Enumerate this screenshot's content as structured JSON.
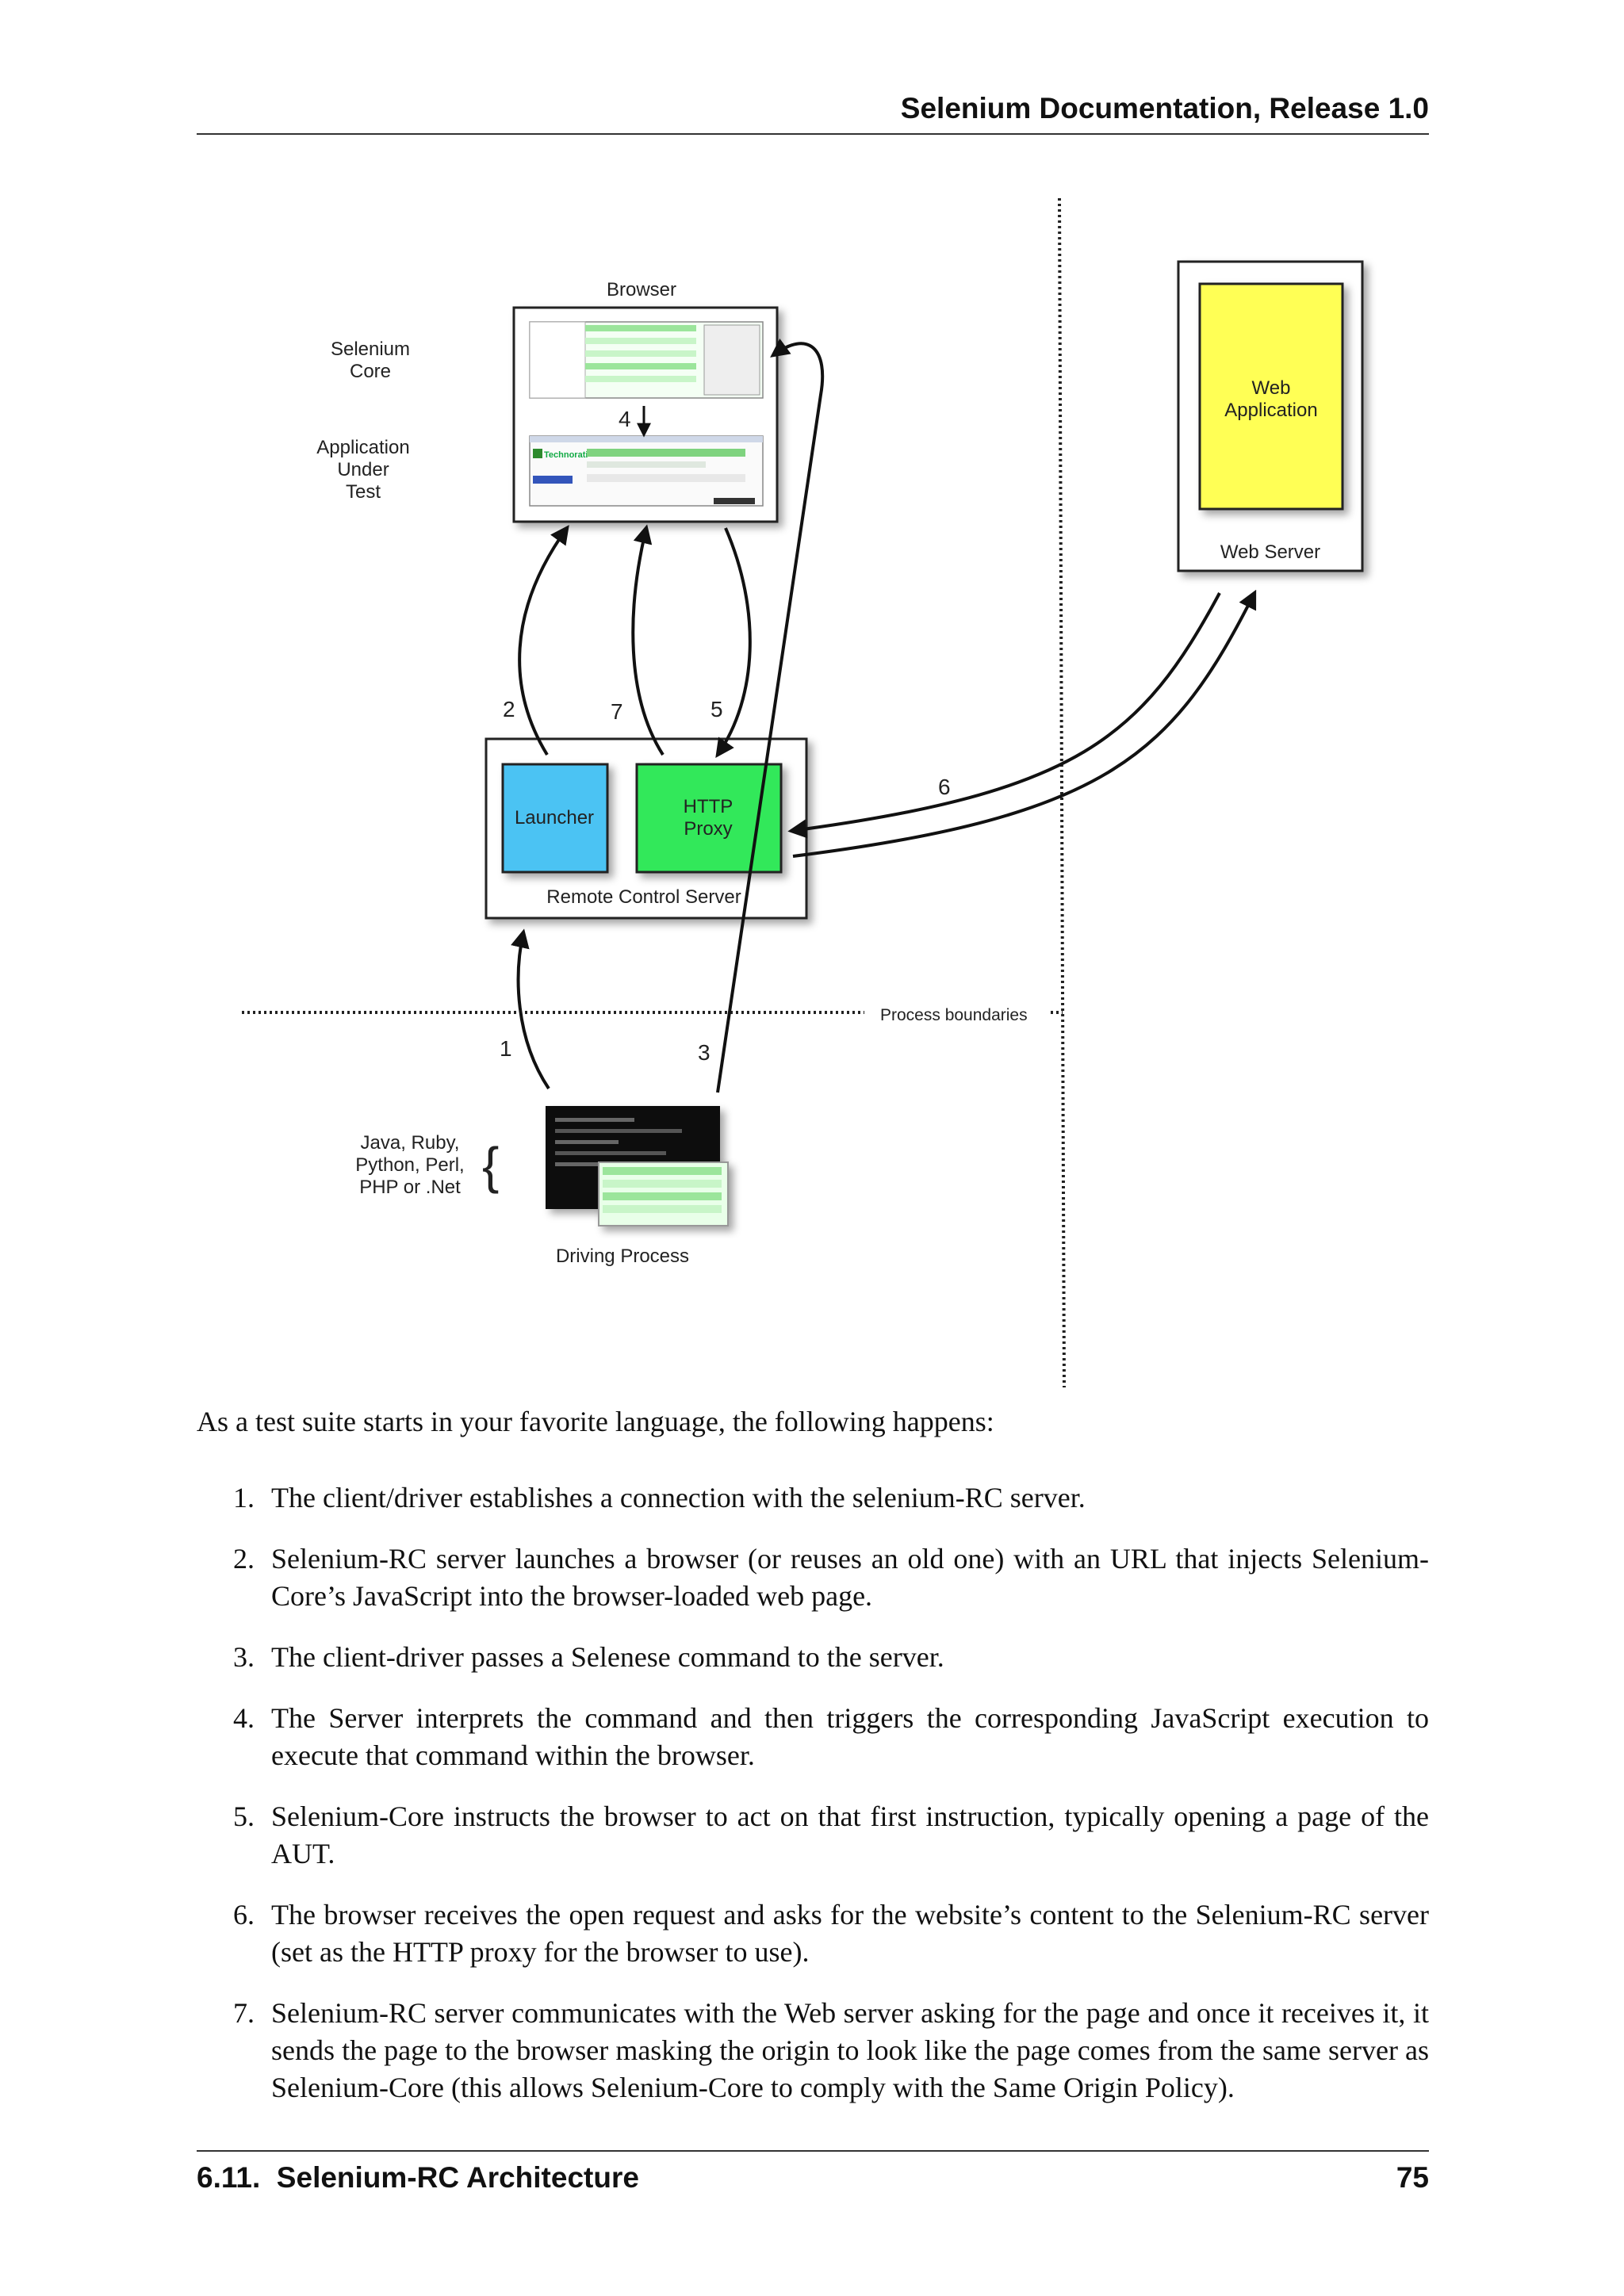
{
  "header": {
    "title": "Selenium Documentation, Release 1.0"
  },
  "diagram": {
    "browser_label": "Browser",
    "selenium_core_label": [
      "Selenium",
      "Core"
    ],
    "aut_label": [
      "Application",
      "Under",
      "Test"
    ],
    "aut_logo_text": "Technorati",
    "web_application_label": [
      "Web",
      "Application"
    ],
    "web_server_label": "Web Server",
    "launcher_label": "Launcher",
    "http_proxy_label": [
      "HTTP",
      "Proxy"
    ],
    "rc_server_label": "Remote Control Server",
    "process_boundaries_label": "Process boundaries",
    "languages_label": [
      "Java, Ruby,",
      "Python, Perl,",
      "PHP or .Net"
    ],
    "driving_process_label": "Driving Process",
    "step_numbers": {
      "s1": "1",
      "s2": "2",
      "s3": "3",
      "s4": "4",
      "s5": "5",
      "s6": "6",
      "s7": "7"
    },
    "colors": {
      "launcher": "#4cc3f3",
      "http_proxy": "#33e85a",
      "web_application": "#ffff55"
    }
  },
  "body": {
    "intro": "As a test suite starts in your favorite language, the following happens:",
    "steps": [
      {
        "num": "1.",
        "text": "The client/driver establishes a connection with the selenium-RC server."
      },
      {
        "num": "2.",
        "text": "Selenium-RC server launches a browser (or reuses an old one) with an URL that injects Selenium-Core’s JavaScript into the browser-loaded web page."
      },
      {
        "num": "3.",
        "text": "The client-driver passes a Selenese command to the server."
      },
      {
        "num": "4.",
        "text": "The Server interprets the command and then triggers the corresponding JavaScript execution to execute that command within the browser."
      },
      {
        "num": "5.",
        "text": "Selenium-Core instructs the browser to act on that first instruction, typically opening a page of the AUT."
      },
      {
        "num": "6.",
        "text": "The browser receives the open request and asks for the website’s content to the Selenium-RC server (set as the HTTP proxy for the browser to use)."
      },
      {
        "num": "7.",
        "text": "Selenium-RC server communicates with the Web server asking for the page and once it receives it, it sends the page to the browser masking the origin to look like the page comes from the same server as Selenium-Core (this allows Selenium-Core to comply with the Same Origin Policy)."
      }
    ]
  },
  "footer": {
    "section": "6.11.  Selenium-RC Architecture",
    "page": "75"
  }
}
